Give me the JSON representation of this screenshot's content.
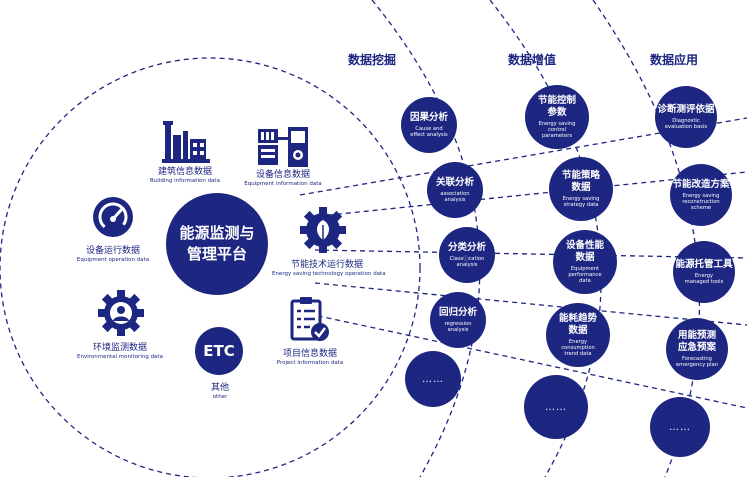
{
  "columns": [
    "数据挖掘",
    "数据增值",
    "数据应用"
  ],
  "center": {
    "line1": "能源监测与",
    "line2": "管理平台"
  },
  "items": [
    {
      "zh": "建筑信息数据",
      "en": "Building information data",
      "icon": "factory-icon"
    },
    {
      "zh": "设备信息数据",
      "en": "Equipment information data",
      "icon": "equipment-icon"
    },
    {
      "zh": "设备运行数据",
      "en": "Equipment operation data",
      "icon": "gauge-icon"
    },
    {
      "zh": "节能技术运行数据",
      "en": "Energy saving technology operation data",
      "icon": "leaf-gear-icon"
    },
    {
      "zh": "环境监测数据",
      "en": "Environmental monitoring data",
      "icon": "person-gear-icon"
    },
    {
      "zh": "项目信息数据",
      "en": "Project information data",
      "icon": "checklist-icon"
    },
    {
      "zh": "其他",
      "en": "other",
      "icon": "etc-icon"
    }
  ],
  "etc_label": "ETC",
  "mining": [
    {
      "zh": [
        "因果分析"
      ],
      "en": [
        "Cause and",
        "effect analysis"
      ]
    },
    {
      "zh": [
        "关联分析"
      ],
      "en": [
        "association",
        "analysis"
      ]
    },
    {
      "zh": [
        "分类分析"
      ],
      "en": [
        "Classⓘcation",
        "analysis"
      ]
    },
    {
      "zh": [
        "回归分析"
      ],
      "en": [
        "regression",
        "analysis"
      ]
    },
    {
      "dots": "……"
    }
  ],
  "value": [
    {
      "zh": [
        "节能控制",
        "参数"
      ],
      "en": [
        "Energy saving",
        "control",
        "parameters"
      ]
    },
    {
      "zh": [
        "节能策略",
        "数据"
      ],
      "en": [
        "Energy saving",
        "strategy data"
      ]
    },
    {
      "zh": [
        "设备性能",
        "数据"
      ],
      "en": [
        "Equipment",
        "performance",
        "data"
      ]
    },
    {
      "zh": [
        "能耗趋势",
        "数据"
      ],
      "en": [
        "Energy",
        "consumption",
        "trend data"
      ]
    },
    {
      "dots": "……"
    }
  ],
  "application": [
    {
      "zh": [
        "诊断测评依据"
      ],
      "en": [
        "Diagnostic",
        "evaluation basis"
      ]
    },
    {
      "zh": [
        "节能改造方案"
      ],
      "en": [
        "Energy saving",
        "reconstruction",
        "scheme"
      ]
    },
    {
      "zh": [
        "能源托管工具"
      ],
      "en": [
        "Energy",
        "managed tools"
      ]
    },
    {
      "zh": [
        "用能预测",
        "应急预案"
      ],
      "en": [
        "Forecasting",
        "emergency plan"
      ]
    },
    {
      "dots": "……"
    }
  ],
  "colors": {
    "primary": "#1d2680",
    "line": "#1d2680"
  }
}
